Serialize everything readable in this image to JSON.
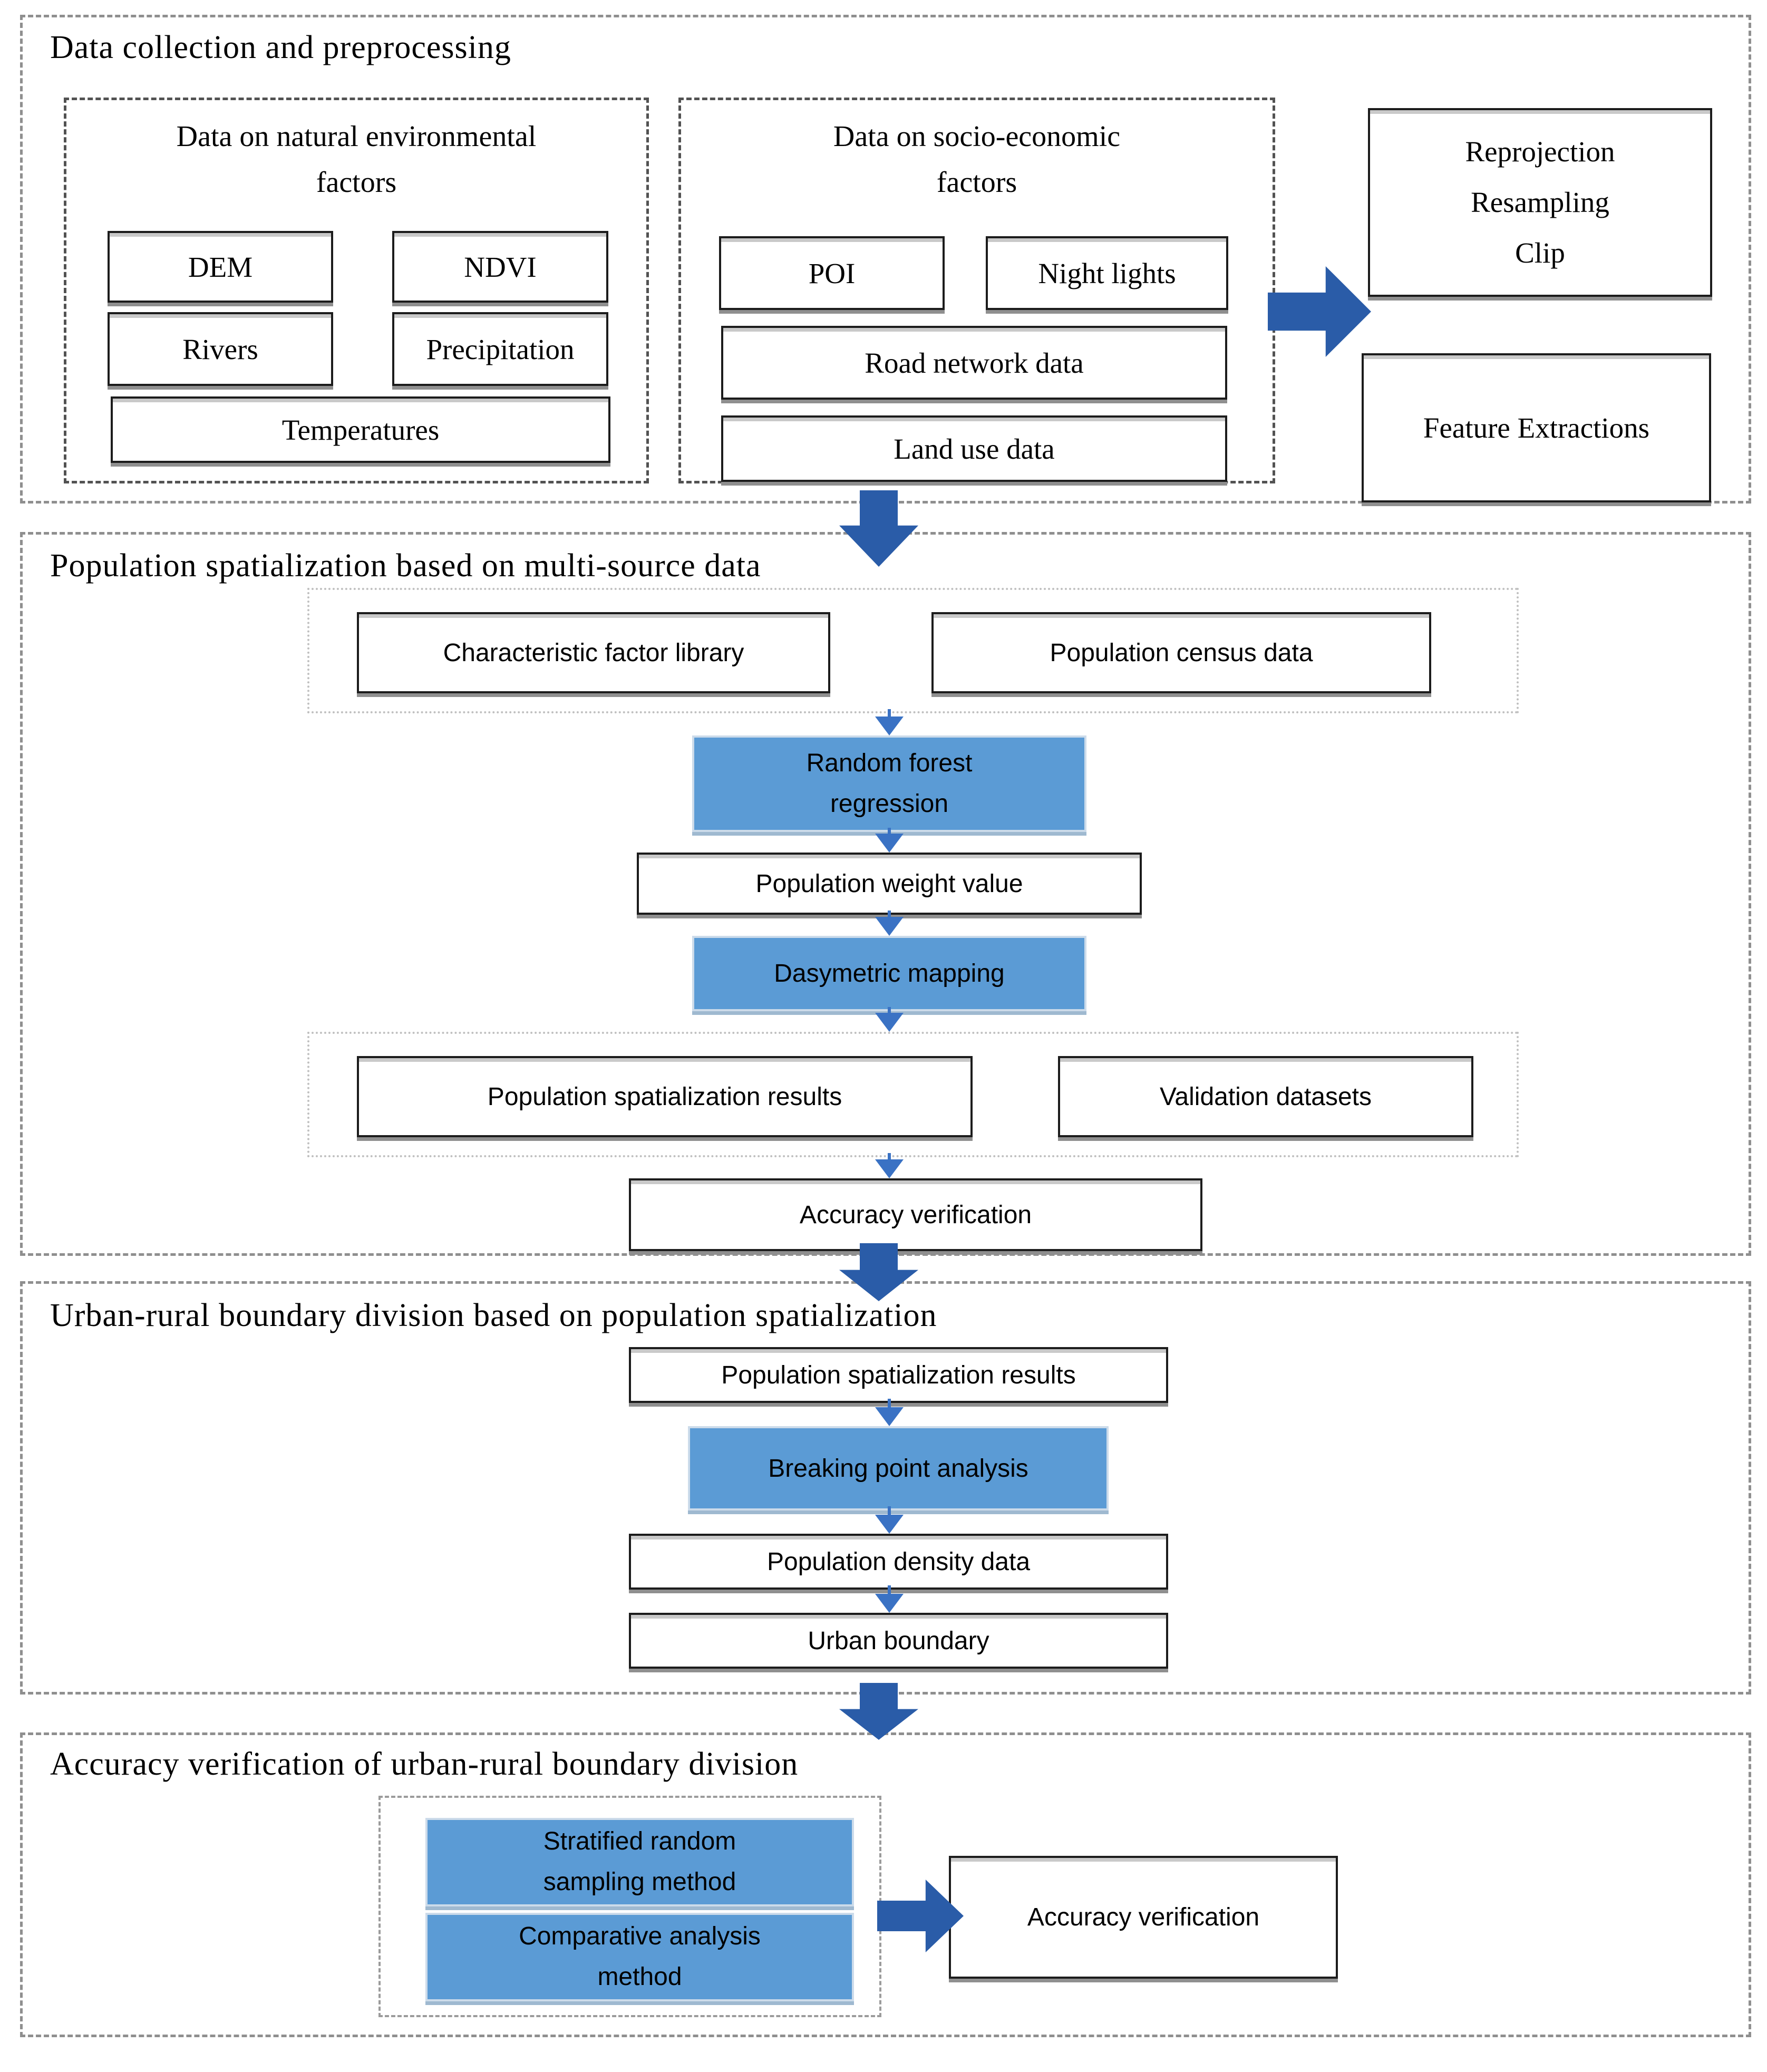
{
  "figure": {
    "s1": {
      "title": "Data collection and preprocessing",
      "natural": {
        "title_line1": "Data on natural environmental",
        "title_line2": "factors",
        "boxes": [
          "DEM",
          "NDVI",
          "Rivers",
          "Precipitation",
          "Temperatures"
        ]
      },
      "socio": {
        "title_line1": "Data on socio-economic",
        "title_line2": "factors",
        "boxes": [
          "POI",
          "Night lights",
          "Road network data",
          "Land use data"
        ]
      },
      "preprocess_lines": [
        "Reprojection",
        "Resampling",
        "Clip"
      ],
      "feature_box": "Feature Extractions"
    },
    "s2": {
      "title": "Population spatialization based on multi-source data",
      "input_boxes": [
        "Characteristic factor library",
        "Population census data"
      ],
      "rf_line1": "Random forest",
      "rf_line2": "regression",
      "weight_box": "Population weight value",
      "dasymetric_box": "Dasymetric mapping",
      "output_boxes": [
        "Population spatialization results",
        "Validation datasets"
      ],
      "accuracy_box": "Accuracy verification"
    },
    "s3": {
      "title": "Urban-rural boundary division based on population spatialization",
      "steps": [
        "Population spatialization results",
        "Breaking point analysis",
        "Population density data",
        "Urban boundary"
      ]
    },
    "s4": {
      "title": "Accuracy verification of urban-rural boundary division",
      "m1_line1": "Stratified random",
      "m1_line2": "sampling method",
      "m2_line1": "Comparative analysis",
      "m2_line2": "method",
      "result_box": "Accuracy verification"
    },
    "colors": {
      "box_blue": "#5b9bd5",
      "arrow_blue": "#2a5ca8",
      "small_arrow_blue": "#3a72c4"
    }
  }
}
